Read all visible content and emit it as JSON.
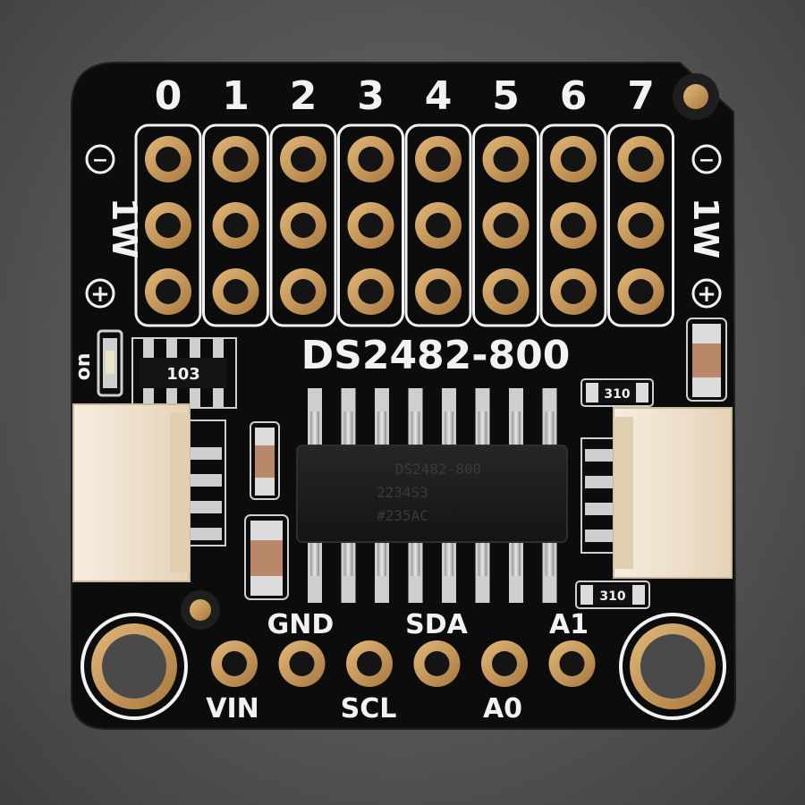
{
  "board": {
    "chip_name": "DS2482-800",
    "channels": [
      "0",
      "1",
      "2",
      "3",
      "4",
      "5",
      "6",
      "7"
    ],
    "side_label": "1W",
    "minus_symbol": "−",
    "plus_symbol": "+",
    "led_label": "on",
    "resistor_network_code": "103",
    "resistor_code_top": "310",
    "resistor_code_bottom": "310",
    "chip_marking_line1": "DS2482-800",
    "chip_marking_line2": "2234S3",
    "chip_marking_line3": "#235AC",
    "pins_bottom_top_row": [
      "GND",
      "SDA",
      "A1"
    ],
    "pins_bottom_bottom_row": [
      "VIN",
      "SCL",
      "A0"
    ]
  },
  "colors": {
    "pcb": "#0c0c0c",
    "silkscreen": "#f2f2f2",
    "copper_pad": "#c99a5e",
    "connector": "#efe2cc",
    "chip_body": "#1a1a1a"
  }
}
